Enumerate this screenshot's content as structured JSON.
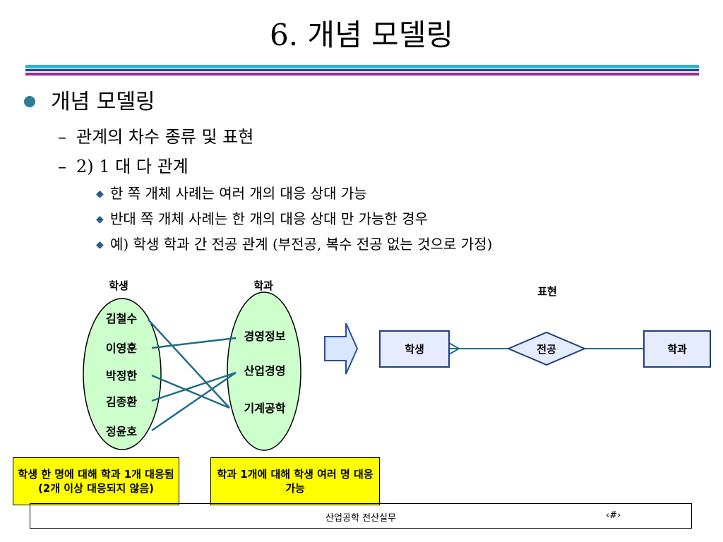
{
  "title": "6. 개념 모델링",
  "bullets": {
    "l1": "개념 모델링",
    "l2a": "관계의 차수 종류 및 표현",
    "l2b": "2) 1 대 다 관계",
    "l3": [
      "한 쪽 개체 사례는 여러 개의 대응 상대 가능",
      "반대 쪽 개체 사례는 한 개의 대응 상대 만 가능한 경우",
      "예) 학생 학과 간 전공 관계 (부전공, 복수 전공 없는 것으로 가정)"
    ]
  },
  "diagram": {
    "student_header": "학생",
    "dept_header": "학과",
    "students": [
      "김철수",
      "이영훈",
      "박정한",
      "김종환",
      "정윤호"
    ],
    "departments": [
      "경영정보",
      "산업경영",
      "기계공학"
    ],
    "mapping_title": "표현",
    "entity_left": "학생",
    "relationship": "전공",
    "entity_right": "학과",
    "colors": {
      "ellipse_fill": "#ccffcc",
      "line": "#1f6b8a",
      "box_fill": "#e6ecff",
      "box_border": "#1f3f7f"
    }
  },
  "notes": {
    "left": "학생 한 명에 대해 학과 1개 대응됨 (2개 이상 대응되지 않음)",
    "right": "학과 1개에 대해 학생 여러 명 대응 가능"
  },
  "footer": {
    "text": "산업공학 전산실무",
    "page": "‹#›"
  }
}
